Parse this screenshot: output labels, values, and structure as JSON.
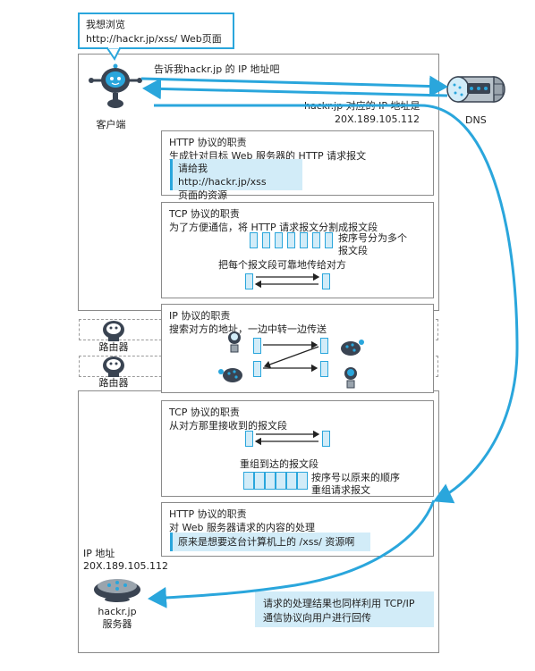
{
  "client": {
    "bubble_line1": "我想浏览",
    "bubble_line2": "http://hackr.jp/xss/ Web页面",
    "label": "客户端",
    "ask_dns": "告诉我hackr.jp 的 IP 地址吧"
  },
  "dns": {
    "label": "DNS",
    "reply_line1": "hackr.jp 对应的 IP 地址是",
    "reply_line2": "20X.189.105.112"
  },
  "http_send": {
    "title": "HTTP 协议的职责",
    "desc": "生成针对目标 Web 服务器的 HTTP 请求报文",
    "request_line1": "请给我 http://hackr.jp/xss",
    "request_line2": "页面的资源"
  },
  "tcp_send": {
    "title": "TCP 协议的职责",
    "desc": "为了方便通信，将 HTTP 请求报文分割成报文段",
    "seq_line1": "按序号分为多个",
    "seq_line2": "报文段",
    "reliable": "把每个报文段可靠地传给对方"
  },
  "ip": {
    "title": "IP 协议的职责",
    "desc": "搜索对方的地址，一边中转一边传送"
  },
  "routers": [
    {
      "label": "路由器"
    },
    {
      "label": "路由器"
    }
  ],
  "tcp_recv": {
    "title": "TCP 协议的职责",
    "desc": "从对方那里接收到的报文段",
    "reassemble": "重组到达的报文段",
    "order_line1": "按序号以原来的顺序",
    "order_line2": "重组请求报文"
  },
  "http_recv": {
    "title": "HTTP 协议的职责",
    "desc": "对 Web 服务器请求的内容的处理",
    "realize": "原来是想要这台计算机上的 /xss/ 资源啊"
  },
  "server": {
    "ip_label": "IP 地址",
    "ip_value": "20X.189.105.112",
    "name_line1": "hackr.jp",
    "name_line2": "服务器"
  },
  "result_note": {
    "line1": "请求的处理结果也同样利用 TCP/IP",
    "line2": "通信协议向用户进行回传"
  },
  "colors": {
    "accent": "#2aa6dc",
    "highlight_fill": "#d2ecf8",
    "robot_dark": "#3a4452"
  }
}
